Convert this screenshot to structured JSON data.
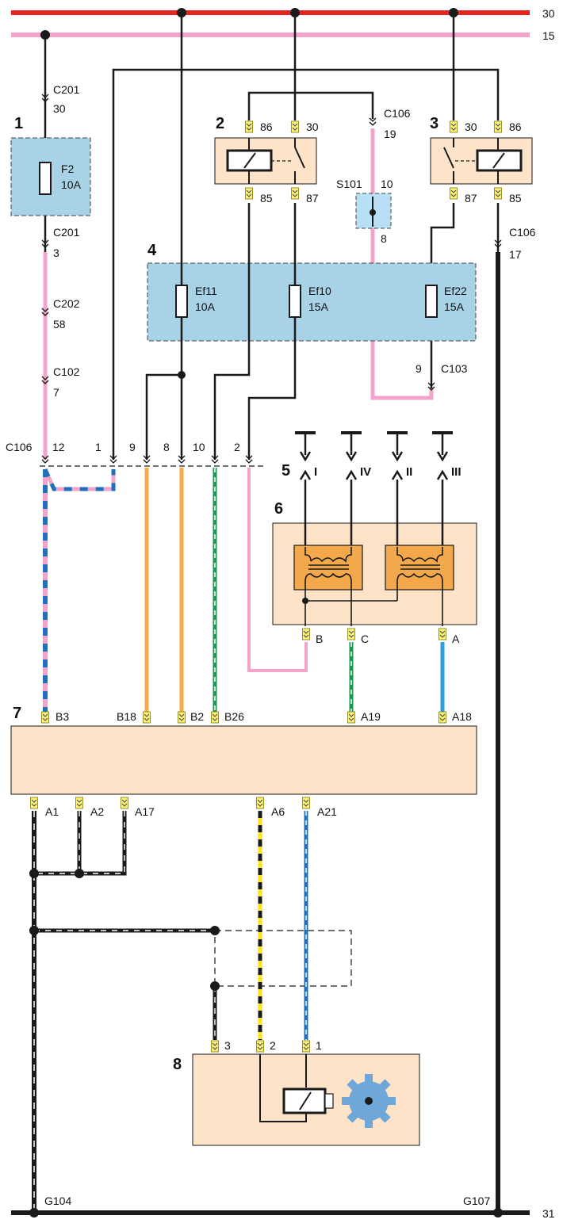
{
  "rails": {
    "top": "30",
    "ign": "15",
    "ground": "31"
  },
  "components": {
    "fuse_block": "1",
    "relay_left": "2",
    "relay_right": "3",
    "fuse_box": "4",
    "spark_plugs": "5",
    "ignition_coil": "6",
    "ecu": "7",
    "idle_valve": "8"
  },
  "fuses": {
    "f2": {
      "name": "F2",
      "rating": "10A"
    },
    "ef11": {
      "name": "Ef11",
      "rating": "10A"
    },
    "ef10": {
      "name": "Ef10",
      "rating": "15A"
    },
    "ef22": {
      "name": "Ef22",
      "rating": "15A"
    }
  },
  "connectors": {
    "c201": "C201",
    "c202": "C202",
    "c102": "C102",
    "c106": "C106",
    "c103": "C103",
    "s101": "S101"
  },
  "pins": {
    "c201_in": "30",
    "c201_out": "3",
    "c202": "58",
    "c102": "7",
    "c106_top": "19",
    "s101_top": "10",
    "s101_bot": "8",
    "c106_right": "17",
    "c103": "9",
    "c106_row": [
      "12",
      "1",
      "9",
      "8",
      "10",
      "2"
    ]
  },
  "relay_left_pins": {
    "p86": "86",
    "p30": "30",
    "p85": "85",
    "p87": "87"
  },
  "relay_right_pins": {
    "p30": "30",
    "p86": "86",
    "p87": "87",
    "p85": "85"
  },
  "plugs": [
    "I",
    "IV",
    "II",
    "III"
  ],
  "coil_pins": {
    "b": "B",
    "c": "C",
    "a": "A"
  },
  "ecu_top_pins": [
    "B3",
    "B18",
    "B2",
    "B26",
    "A19",
    "A18"
  ],
  "ecu_bottom_pins": [
    "A1",
    "A2",
    "A17",
    "A6",
    "A21"
  ],
  "valve_pins": [
    "3",
    "2",
    "1"
  ],
  "grounds": {
    "g104": "G104",
    "g107": "G107"
  },
  "colors": {
    "red": "#e52421",
    "pink": "#f3a3c9",
    "black": "#1a1a1a",
    "orange": "#f7a94c",
    "green": "#1a9a4a",
    "blue": "#2f9fe0",
    "dark_blue": "#1f6fbf",
    "yellow": "#ffe11a",
    "fuse_fill": "#a8d2e6",
    "component_fill": "#fde3c8",
    "coil_fill": "#f4a84c",
    "connector_fill": "#fff27a",
    "gear_fill": "#6fa8d8"
  }
}
